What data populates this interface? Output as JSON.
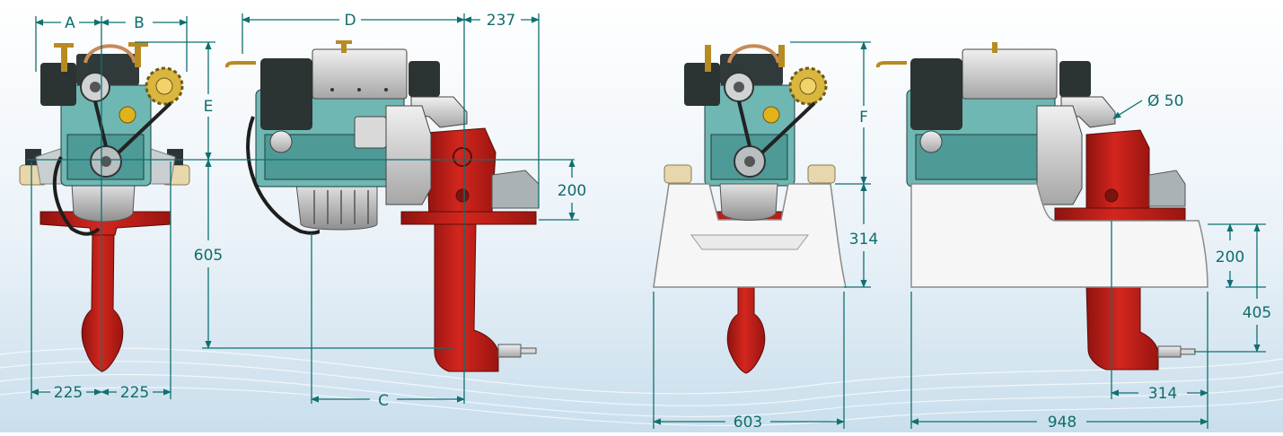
{
  "colors": {
    "dimension": "#0f7070",
    "sail_drive": "#c8201a",
    "engine_block": "#6fb7b3",
    "engine_dark": "#2b3333",
    "pan": "#bfbfbf",
    "housing": "#f6f6f6",
    "background_top": "#ffffff",
    "background_bottom": "#cfe2ef"
  },
  "labels": {
    "dim_a": "A",
    "dim_b": "B",
    "dim_d": "D",
    "dim_237": "237",
    "dim_e": "E",
    "dim_200_left": "200",
    "dim_605": "605",
    "dim_225_left": "225",
    "dim_225_right": "225",
    "dim_c": "C",
    "dim_f": "F",
    "dim_314_vertical": "314",
    "dim_dia_50": "Ø 50",
    "dim_200_right": "200",
    "dim_405": "405",
    "dim_314_horizontal": "314",
    "dim_603": "603",
    "dim_948": "948"
  }
}
